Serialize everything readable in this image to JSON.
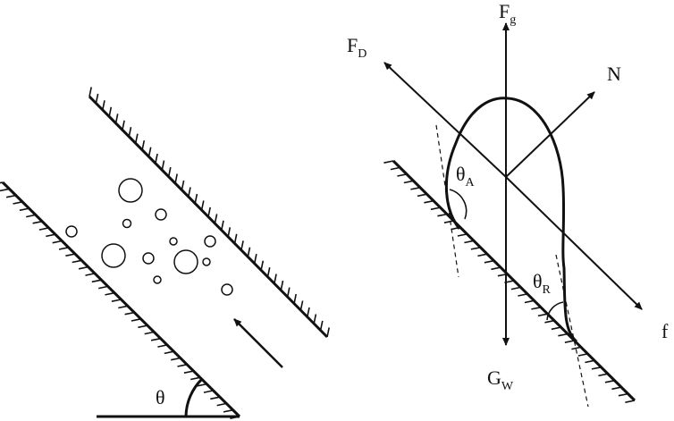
{
  "left_panel": {
    "angle_label": "θ"
  },
  "right_panel": {
    "force_labels": {
      "buoyancy": {
        "main": "F",
        "sub": "g"
      },
      "drag": {
        "main": "F",
        "sub": "D"
      },
      "normal": {
        "main": "N",
        "sub": ""
      },
      "friction": {
        "main": "f",
        "sub": ""
      },
      "gravity": {
        "main": "G",
        "sub": "W"
      }
    },
    "angle_labels": {
      "advancing": {
        "main": "θ",
        "sub": "A"
      },
      "receding": {
        "main": "θ",
        "sub": "R"
      }
    }
  },
  "colors": {
    "ink": "#111111",
    "background": "#ffffff"
  }
}
